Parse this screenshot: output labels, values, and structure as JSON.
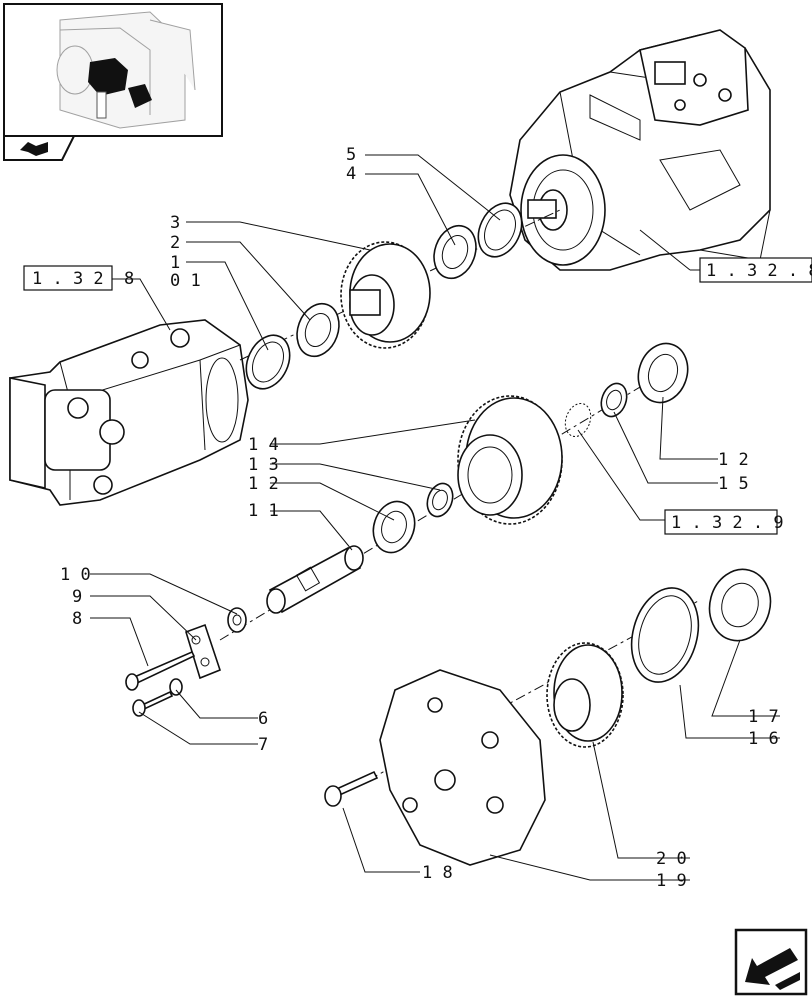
{
  "callouts": [
    {
      "id": "c5",
      "text": "5"
    },
    {
      "id": "c4",
      "text": "4"
    },
    {
      "id": "c3",
      "text": "3"
    },
    {
      "id": "c2",
      "text": "2"
    },
    {
      "id": "c1",
      "text": "1"
    },
    {
      "id": "c01",
      "text": "0 1"
    },
    {
      "id": "c14",
      "text": "1 4"
    },
    {
      "id": "c13",
      "text": "1 3"
    },
    {
      "id": "c12a",
      "text": "1 2"
    },
    {
      "id": "c11",
      "text": "1 1"
    },
    {
      "id": "c10",
      "text": "1 0"
    },
    {
      "id": "c9",
      "text": "9"
    },
    {
      "id": "c8",
      "text": "8"
    },
    {
      "id": "c6",
      "text": "6"
    },
    {
      "id": "c7",
      "text": "7"
    },
    {
      "id": "c12b",
      "text": "1 2"
    },
    {
      "id": "c15",
      "text": "1 5"
    },
    {
      "id": "c17",
      "text": "1 7"
    },
    {
      "id": "c16",
      "text": "1 6"
    },
    {
      "id": "c20",
      "text": "2 0"
    },
    {
      "id": "c19",
      "text": "1 9"
    },
    {
      "id": "c18",
      "text": "1 8"
    }
  ],
  "references": [
    {
      "id": "ref-left",
      "text": "1 . 3 2",
      "suffix": "8"
    },
    {
      "id": "ref-top",
      "text": "1 . 3 2 . 8",
      "suffix": ""
    },
    {
      "id": "ref-middle",
      "text": "1 . 3 2 . 9",
      "suffix": ""
    }
  ],
  "icons": {
    "thumbnail": "assembly-thumbnail",
    "tab": "book-icon",
    "nav": "arrow-next-icon"
  }
}
